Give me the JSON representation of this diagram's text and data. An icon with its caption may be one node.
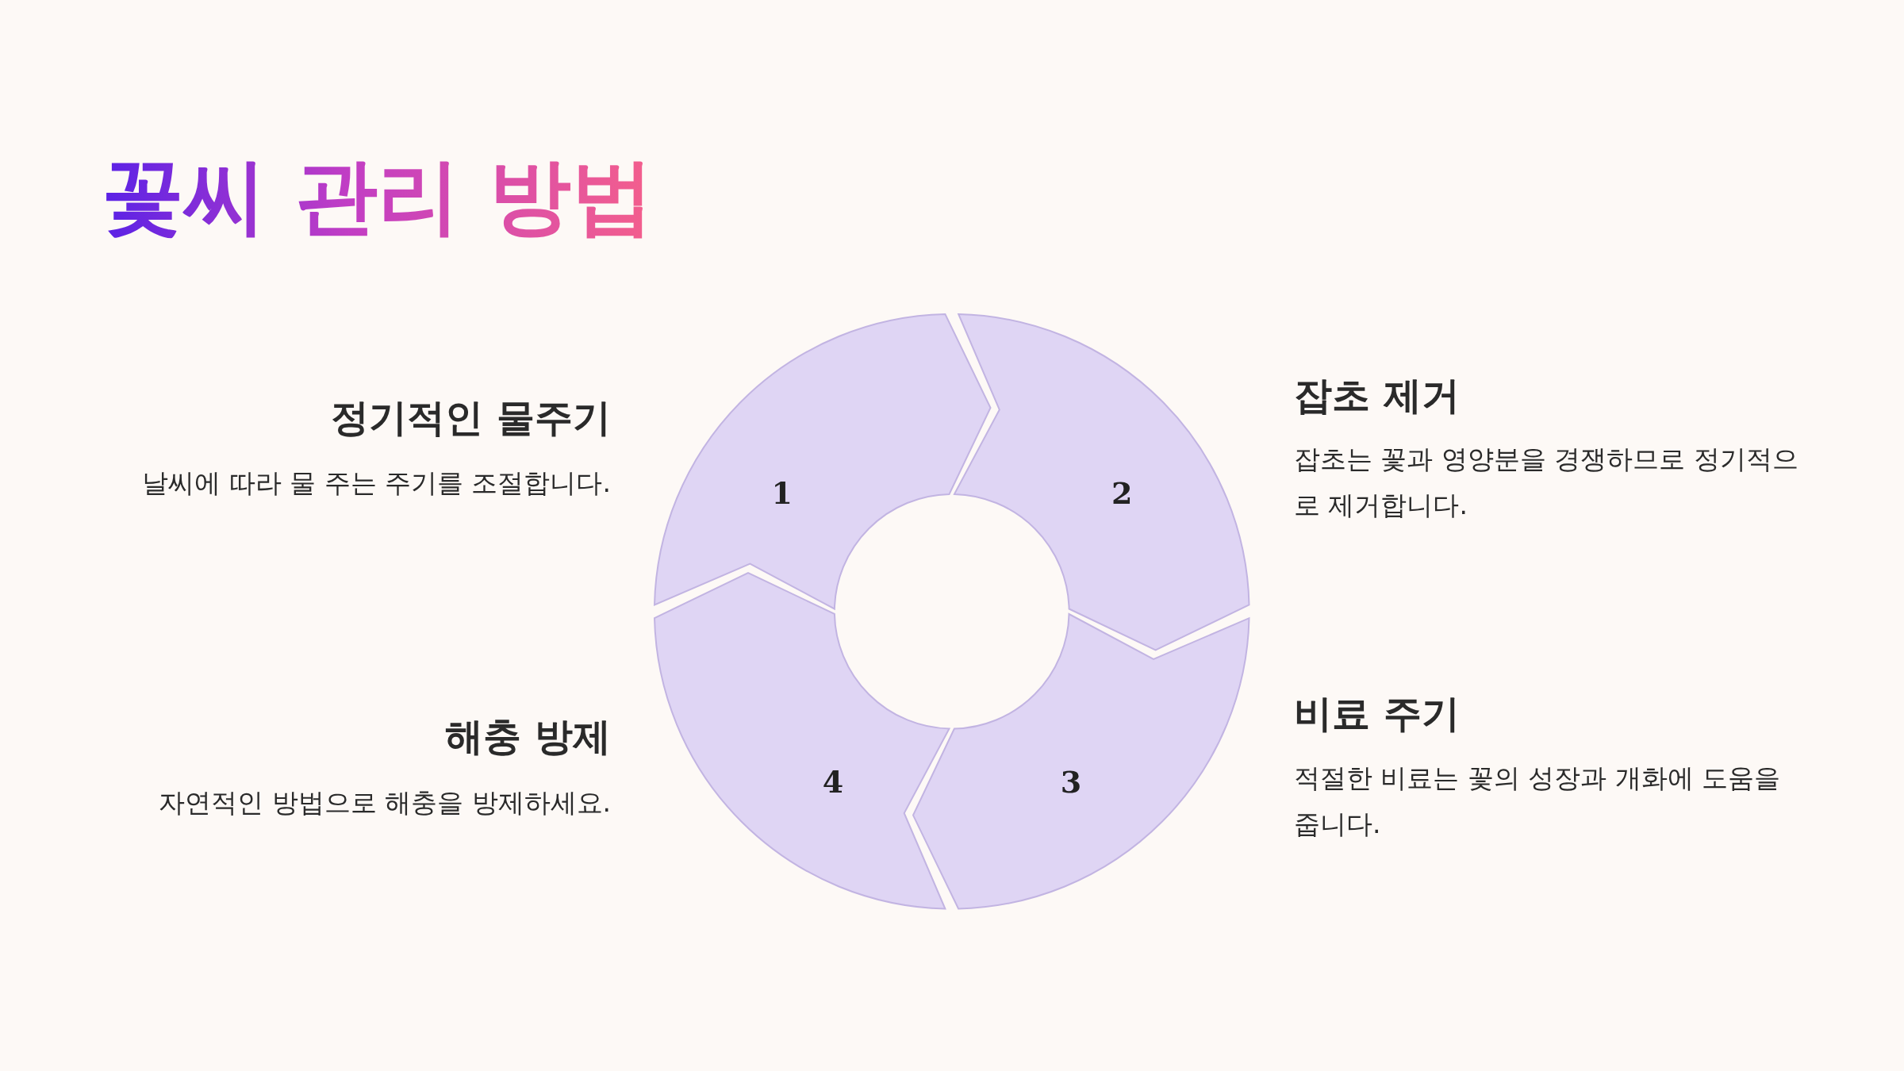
{
  "diagram": {
    "title": "꽃씨 관리 방법",
    "nodes": [
      {
        "text": [
          "1"
        ],
        "beside": [
          "정기적인 물주기",
          "날씨에 따라 물 주는 주기를 조절합니다."
        ]
      },
      {
        "text": [
          "2"
        ],
        "beside": [
          "잡초 제거",
          "잡초는 꽃과 영양분을 경쟁하므로 정기적으로 제거합니다."
        ]
      },
      {
        "text": [
          "3"
        ],
        "beside": [
          "비료 주기",
          "적절한 비료는 꽃의 성장과 개화에 도움을 줍니다."
        ]
      },
      {
        "text": [
          "4"
        ],
        "beside": [
          "해충 방제",
          "자연적인 방법으로 해충을 방제하세요."
        ]
      }
    ]
  }
}
